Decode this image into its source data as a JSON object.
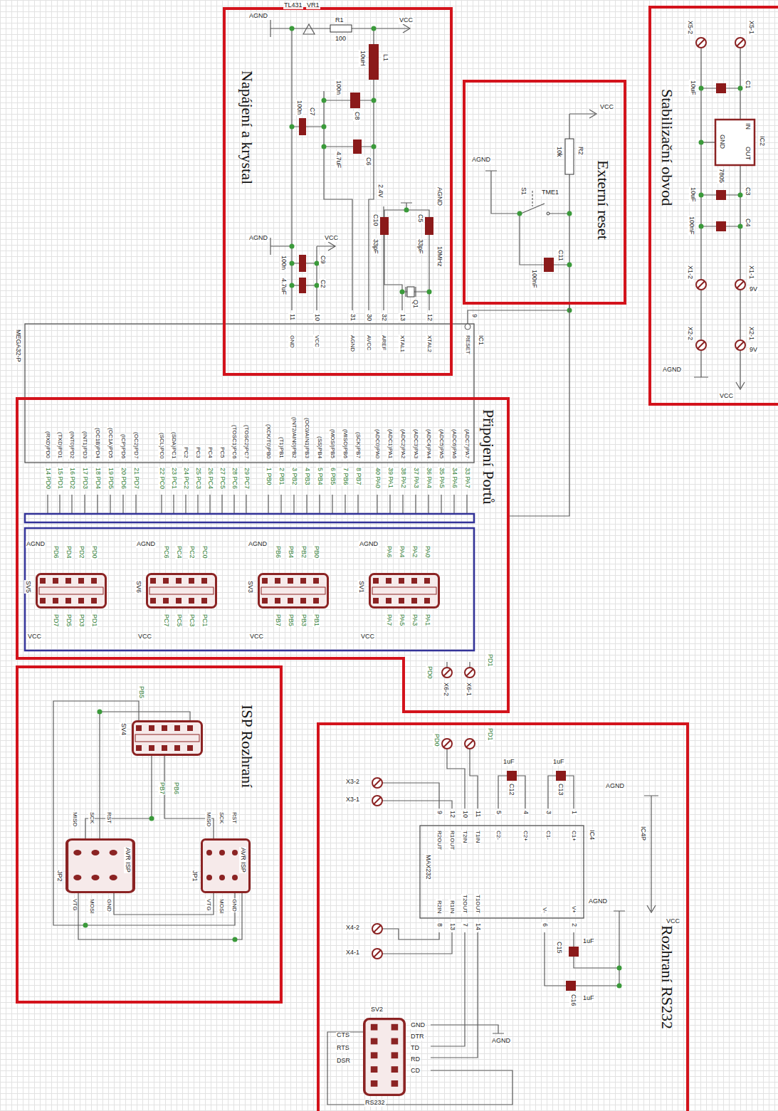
{
  "diagram": {
    "nodes": [
      {
        "text": [
          "Napájení a krystal"
        ]
      },
      {
        "text": [
          "Externí reset"
        ]
      },
      {
        "text": [
          "Stabilizační obvod"
        ]
      },
      {
        "text": [
          "Připojení Portů"
        ]
      },
      {
        "text": [
          "ISP Rozhraní"
        ]
      },
      {
        "text": [
          "Rozhraní RS232"
        ]
      }
    ],
    "edges": [
      {
        "from": 1,
        "to": 3,
        "arrow": "none"
      }
    ],
    "labels": [
      "AGND",
      "TL431",
      "VR1",
      "R1",
      "100",
      "VCC",
      "L1",
      "10uH",
      "C8",
      "100n",
      "C7",
      "100n",
      "C6",
      "4.7uF",
      "2.4V",
      "AGND",
      "C10",
      "C5",
      "33pF",
      "33pF",
      "Q1",
      "10MHz",
      "AGND",
      "VCC",
      "C9",
      "100n",
      "C2",
      "4.7uF",
      "11",
      "10",
      "31",
      "30",
      "32",
      "13",
      "12",
      "9",
      "GND",
      "VCC",
      "AGND",
      "AVCC",
      "AREF",
      "XTAL1",
      "XTAL2",
      "RESET",
      "IC1",
      "MEGA32-P",
      "VCC",
      "R2",
      "10k",
      "AGND",
      "S1",
      "TME1",
      "C11",
      "100nF",
      "X5-2",
      "X5-1",
      "C1",
      "10uF",
      "IC2",
      "7805",
      "IN",
      "OUT",
      "GND",
      "C3",
      "10uF",
      "C4",
      "100nF",
      "X1-2",
      "X1-1",
      "9V",
      "X2-2",
      "X2-1",
      "9V",
      "AGND",
      "VCC",
      "(RXD)PD0",
      "(TXD)PD1",
      "(INT0)PD2",
      "(INT1)PD3",
      "(OC1B)PD4",
      "(OC1A)PD5",
      "(ICP)PD6",
      "(OC2)PD7",
      "(SCL)PC0",
      "(SDA)PC1",
      "PC2",
      "PC3",
      "PC4",
      "PC5",
      "(TOSC1)PC6",
      "(TOSC2)PC7",
      "(XCK/T0)PB0",
      "(T1)PB1",
      "(INT2/AIN0)PB2",
      "(OC0/AIN1)PB3",
      "(SS)PB4",
      "(MOSI)PB5",
      "(MISO)PB6",
      "(SCK)PB7",
      "(ADC0)PA0",
      "(ADC1)PA1",
      "(ADC2)PA2",
      "(ADC3)PA3",
      "(ADC4)PA4",
      "(ADC5)PA5",
      "(ADC6)PA6",
      "(ADC7)PA7",
      "14 PD0",
      "15 PD1",
      "16 PD2",
      "17 PD3",
      "18 PD4",
      "19 PD5",
      "20 PD6",
      "21 PD7",
      "22 PC0",
      "23 PC1",
      "24 PC2",
      "25 PC3",
      "26 PC4",
      "27 PC5",
      "28 PC6",
      "29 PC7",
      "1 PB0",
      "2 PB1",
      "3 PB2",
      "4 PB3",
      "5 PB4",
      "6 PB5",
      "7 PB6",
      "8 PB7",
      "40 PA0",
      "39 PA1",
      "38 PA2",
      "37 PA3",
      "36 PA4",
      "35 PA5",
      "34 PA6",
      "33 PA7",
      "SV5",
      "AGND",
      "PD6",
      "PD4",
      "PD2",
      "PD0",
      "PD7",
      "PD5",
      "PD3",
      "PD1",
      "VCC",
      "SV6",
      "AGND",
      "PC6",
      "PC4",
      "PC2",
      "PC0",
      "PC7",
      "PC5",
      "PC3",
      "PC1",
      "VCC",
      "SV3",
      "AGND",
      "PB6",
      "PB4",
      "PB2",
      "PB0",
      "PB7",
      "PB5",
      "PB3",
      "PB1",
      "VCC",
      "SV1",
      "AGND",
      "PA6",
      "PA4",
      "PA2",
      "PA0",
      "PA7",
      "PA5",
      "PA3",
      "PA1",
      "VCC",
      "X6-1",
      "X6-2",
      "PD1",
      "PD0",
      "SV4",
      "PB5",
      "PB7",
      "PB6",
      "AVR ISP",
      "JP2",
      "MISO",
      "SCK",
      "RST",
      "VTG",
      "MOSI",
      "GND",
      "AVR ISP",
      "JP1",
      "MISO",
      "SCK",
      "RST",
      "VTG",
      "MOSI",
      "GND",
      "PD1",
      "PD0",
      "X3-2",
      "X3-1",
      "X4-2",
      "X4-1",
      "1uF",
      "C12",
      "1uF",
      "C13",
      "AGND",
      "IC4P",
      "VCC",
      "IC4",
      "MAX232",
      "R2OUT",
      "R1OUT",
      "T2IN",
      "T1IN",
      "C2-",
      "C2+",
      "C1-",
      "C1+",
      "9",
      "12",
      "10",
      "11",
      "5",
      "4",
      "3",
      "1",
      "R2IN",
      "R1IN",
      "T2OUT",
      "T1OUT",
      "V-",
      "V+",
      "8",
      "13",
      "7",
      "14",
      "6",
      "2",
      "C15",
      "1uF",
      "C16",
      "1uF",
      "AGND",
      "SV2",
      "RS232",
      "CTS",
      "RTS",
      "DSR",
      "GND",
      "DTR",
      "TD",
      "RD",
      "CD",
      "AGND"
    ]
  }
}
